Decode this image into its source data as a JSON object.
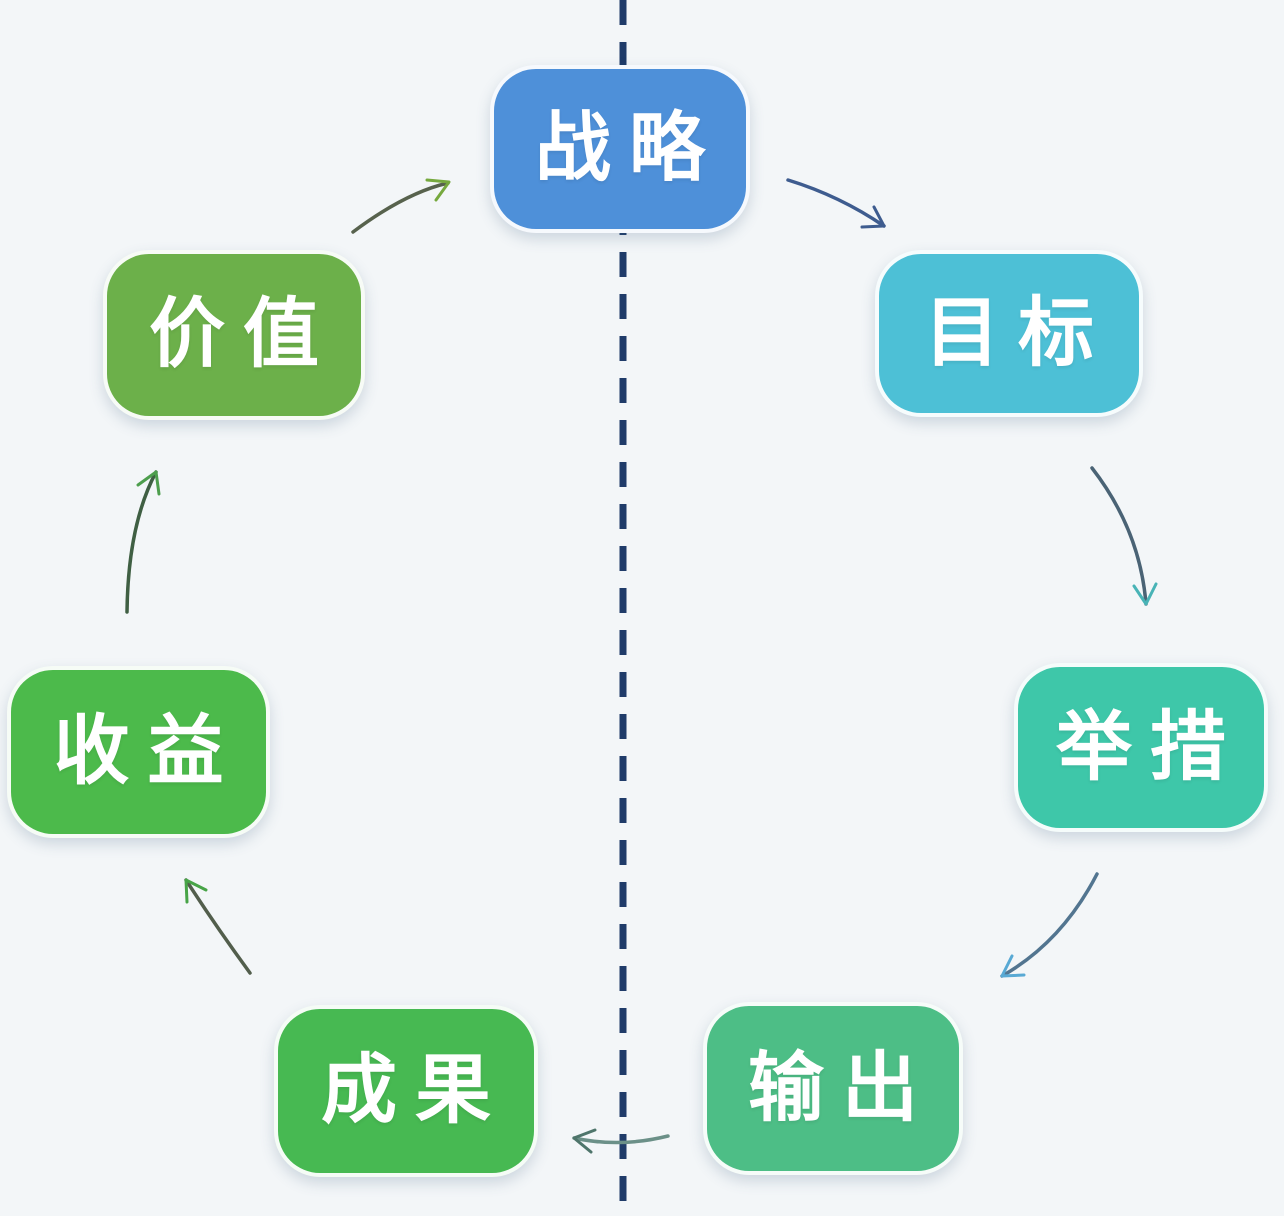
{
  "diagram": {
    "nodes": [
      {
        "label": "战略",
        "color": "#4e90d9"
      },
      {
        "label": "目标",
        "color": "#4dc0d6"
      },
      {
        "label": "举措",
        "color": "#3ec7a9"
      },
      {
        "label": "输出",
        "color": "#4dbe86"
      },
      {
        "label": "成果",
        "color": "#47b952"
      },
      {
        "label": "收益",
        "color": "#4cba4b"
      },
      {
        "label": "价值",
        "color": "#6cb04a"
      }
    ],
    "arrows": [
      {
        "from": "价值",
        "to": "战略",
        "shaft_color": "#57624d",
        "head_color": "#76a93e"
      },
      {
        "from": "战略",
        "to": "目标",
        "shaft_color": "#3e5c8f",
        "head_color": "#3e5c8f"
      },
      {
        "from": "目标",
        "to": "举措",
        "shaft_color": "#4a6375",
        "head_color": "#48b3b6"
      },
      {
        "from": "举措",
        "to": "输出",
        "shaft_color": "#527590",
        "head_color": "#58a9d4"
      },
      {
        "from": "输出",
        "to": "成果",
        "shaft_color": "#6b9088",
        "head_color": "#4e756b"
      },
      {
        "from": "成果",
        "to": "收益",
        "shaft_color": "#525e4c",
        "head_color": "#47a447"
      },
      {
        "from": "收益",
        "to": "价值",
        "shaft_color": "#3f5f43",
        "head_color": "#4d9e4d"
      }
    ],
    "divider": {
      "color": "#1f3b69"
    },
    "background_color": "#f3f6f8"
  }
}
